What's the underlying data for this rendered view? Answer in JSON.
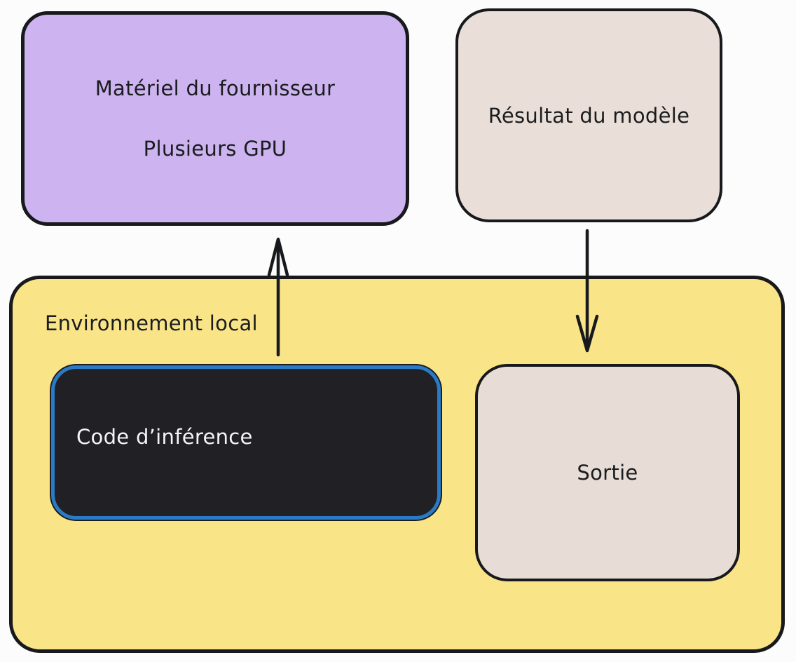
{
  "colors": {
    "background": "#fcfcfc",
    "stroke": "#17191c",
    "text": "#1a1c1f",
    "provider_fill": "#cdb4f0",
    "result_fill": "#eadfd8",
    "environment_fill": "#f9e488",
    "code_fill": "#212125",
    "code_border": "#2b7ac6",
    "code_text": "#f5f5f5",
    "output_fill": "#e8ddd6"
  },
  "boxes": {
    "provider_hardware": {
      "line1": "Matériel du fournisseur",
      "line2": "Plusieurs GPU"
    },
    "model_result": {
      "label": "Résultat du modèle"
    },
    "local_environment": {
      "label": "Environnement local"
    },
    "inference_code": {
      "label": "Code d’inférence"
    },
    "output": {
      "label": "Sortie"
    }
  },
  "arrows": [
    {
      "name": "inference-code-to-provider-hardware",
      "direction": "up"
    },
    {
      "name": "model-result-to-output",
      "direction": "down"
    }
  ]
}
